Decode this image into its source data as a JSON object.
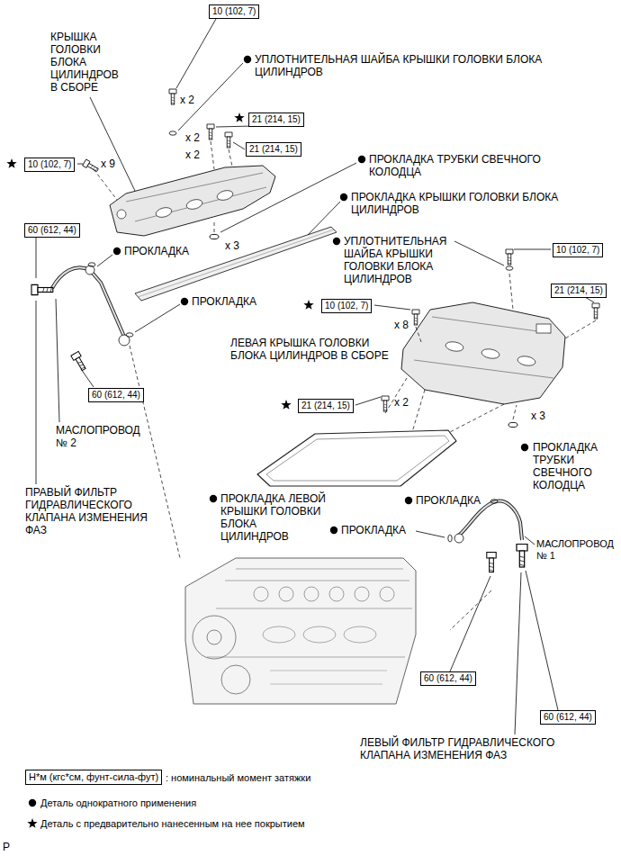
{
  "diagram": {
    "nodes": [
      {
        "text": [
          "10 (102, 7)"
        ]
      },
      {
        "text": [
          "21 (214, 15)"
        ]
      },
      {
        "text": [
          "21 (214, 15)"
        ]
      },
      {
        "text": [
          "10 (102, 7)"
        ]
      },
      {
        "text": [
          "60 (612, 44)"
        ]
      },
      {
        "text": [
          "60 (612, 44)"
        ]
      },
      {
        "text": [
          "10 (102, 7)"
        ]
      },
      {
        "text": [
          "10 (102, 7)"
        ]
      },
      {
        "text": [
          "21 (214, 15)"
        ]
      },
      {
        "text": [
          "21 (214, 15)"
        ]
      },
      {
        "text": [
          "60 (612, 44)"
        ]
      },
      {
        "text": [
          "60 (612, 44)"
        ]
      },
      {
        "text": [
          "Н*м (кгс*см, фунт-сила-фут)"
        ]
      }
    ],
    "labels": [
      "КРЫШКА ГОЛОВКИ БЛОКА ЦИЛИНДРОВ В СБОРЕ",
      "УПЛОТНИТЕЛЬНАЯ ШАЙБА КРЫШКИ ГОЛОВКИ БЛОКА ЦИЛИНДРОВ",
      "x 2",
      "x 2",
      "x 2",
      "x 9",
      "ПРОКЛАДКА ТРУБКИ СВЕЧНОГО КОЛОДЦА",
      "ПРОКЛАДКА КРЫШКИ ГОЛОВКИ БЛОКА ЦИЛИНДРОВ",
      "x 3",
      "ПРОКЛАДКА",
      "УПЛОТНИТЕЛЬНАЯ ШАЙБА КРЫШКИ ГОЛОВКИ БЛОКА ЦИЛИНДРОВ",
      "ПРОКЛАДКА",
      "x 8",
      "ЛЕВАЯ КРЫШКА ГОЛОВКИ БЛОКА ЦИЛИНДРОВ В СБОРЕ",
      "x 2",
      "МАСЛОПРОВОД № 2",
      "x 3",
      "ПРОКЛАДКА ТРУБКИ СВЕЧНОГО КОЛОДЦА",
      "ПРАВЫЙ ФИЛЬТР ГИДРАВЛИЧЕСКОГО КЛАПАНА ИЗМЕНЕНИЯ ФАЗ",
      "ПРОКЛАДКА ЛЕВОЙ КРЫШКИ ГОЛОВКИ БЛОКА ЦИЛИНДРОВ",
      "ПРОКЛАДКА",
      "ПРОКЛАДКА",
      "МАСЛОПРОВОД № 1",
      "ЛЕВЫЙ ФИЛЬТР ГИДРАВЛИЧЕСКОГО КЛАПАНА ИЗМЕНЕНИЯ ФАЗ",
      "P"
    ],
    "legend": [
      {
        "text": ": номинальный момент затяжки"
      },
      {
        "text": "Деталь однократного применения"
      },
      {
        "text": "Деталь с предварительно нанесенным на нее покрытием"
      }
    ]
  }
}
